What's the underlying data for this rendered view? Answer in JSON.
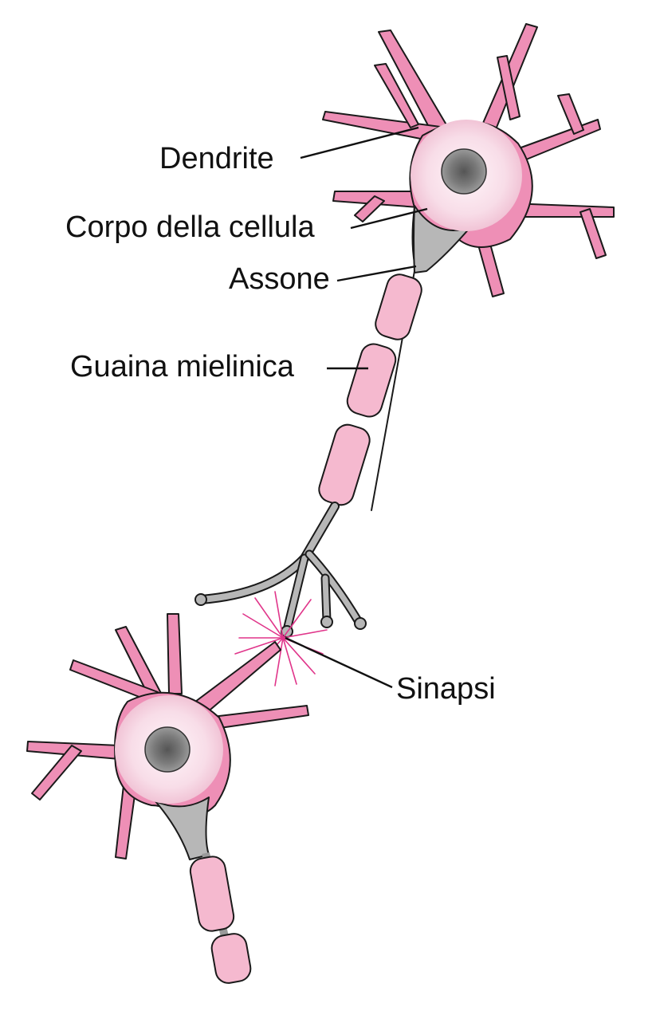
{
  "labels": {
    "dendrite": "Dendrite",
    "cell_body": "Corpo della cellula",
    "axon": "Assone",
    "myelin_sheath": "Guaina mielinica",
    "synapse": "Sinapsi"
  },
  "colors": {
    "dendrite_pink": "#ee8fb6",
    "soma_pink": "#f8dde8",
    "myelin_pink": "#f5b9cf",
    "axon_gray": "#b7b7b7",
    "synapse_spark": "#e0358a",
    "outline": "#1a1a1a"
  }
}
